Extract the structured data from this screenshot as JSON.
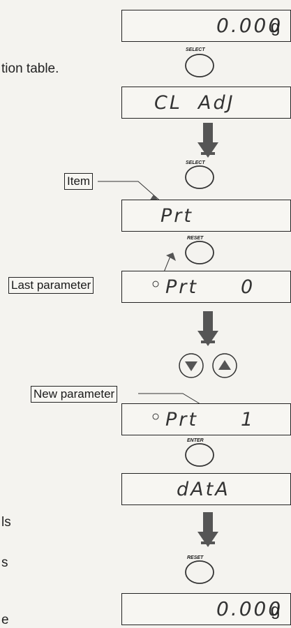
{
  "displays": {
    "d1": {
      "text": "0.000",
      "unit": "g"
    },
    "d2": {
      "text": "CL  AdJ"
    },
    "d3": {
      "text": "Prt"
    },
    "d4": {
      "marker": "○",
      "text": "Prt",
      "value": "0"
    },
    "d5": {
      "marker": "○",
      "text": "Prt",
      "value": "1"
    },
    "d6": {
      "text": "dAtA"
    },
    "d7": {
      "text": "0.000",
      "unit": "g"
    }
  },
  "keys": {
    "select1": "SELECT",
    "select2": "SELECT",
    "reset1": "RESET",
    "enter": "ENTER",
    "reset2": "RESET"
  },
  "labels": {
    "item": "Item",
    "last_parameter": "Last parameter",
    "new_parameter": "New parameter"
  },
  "side_text": {
    "line1": "tion table.",
    "line2": "ls",
    "line3": "s",
    "line4": "e"
  }
}
